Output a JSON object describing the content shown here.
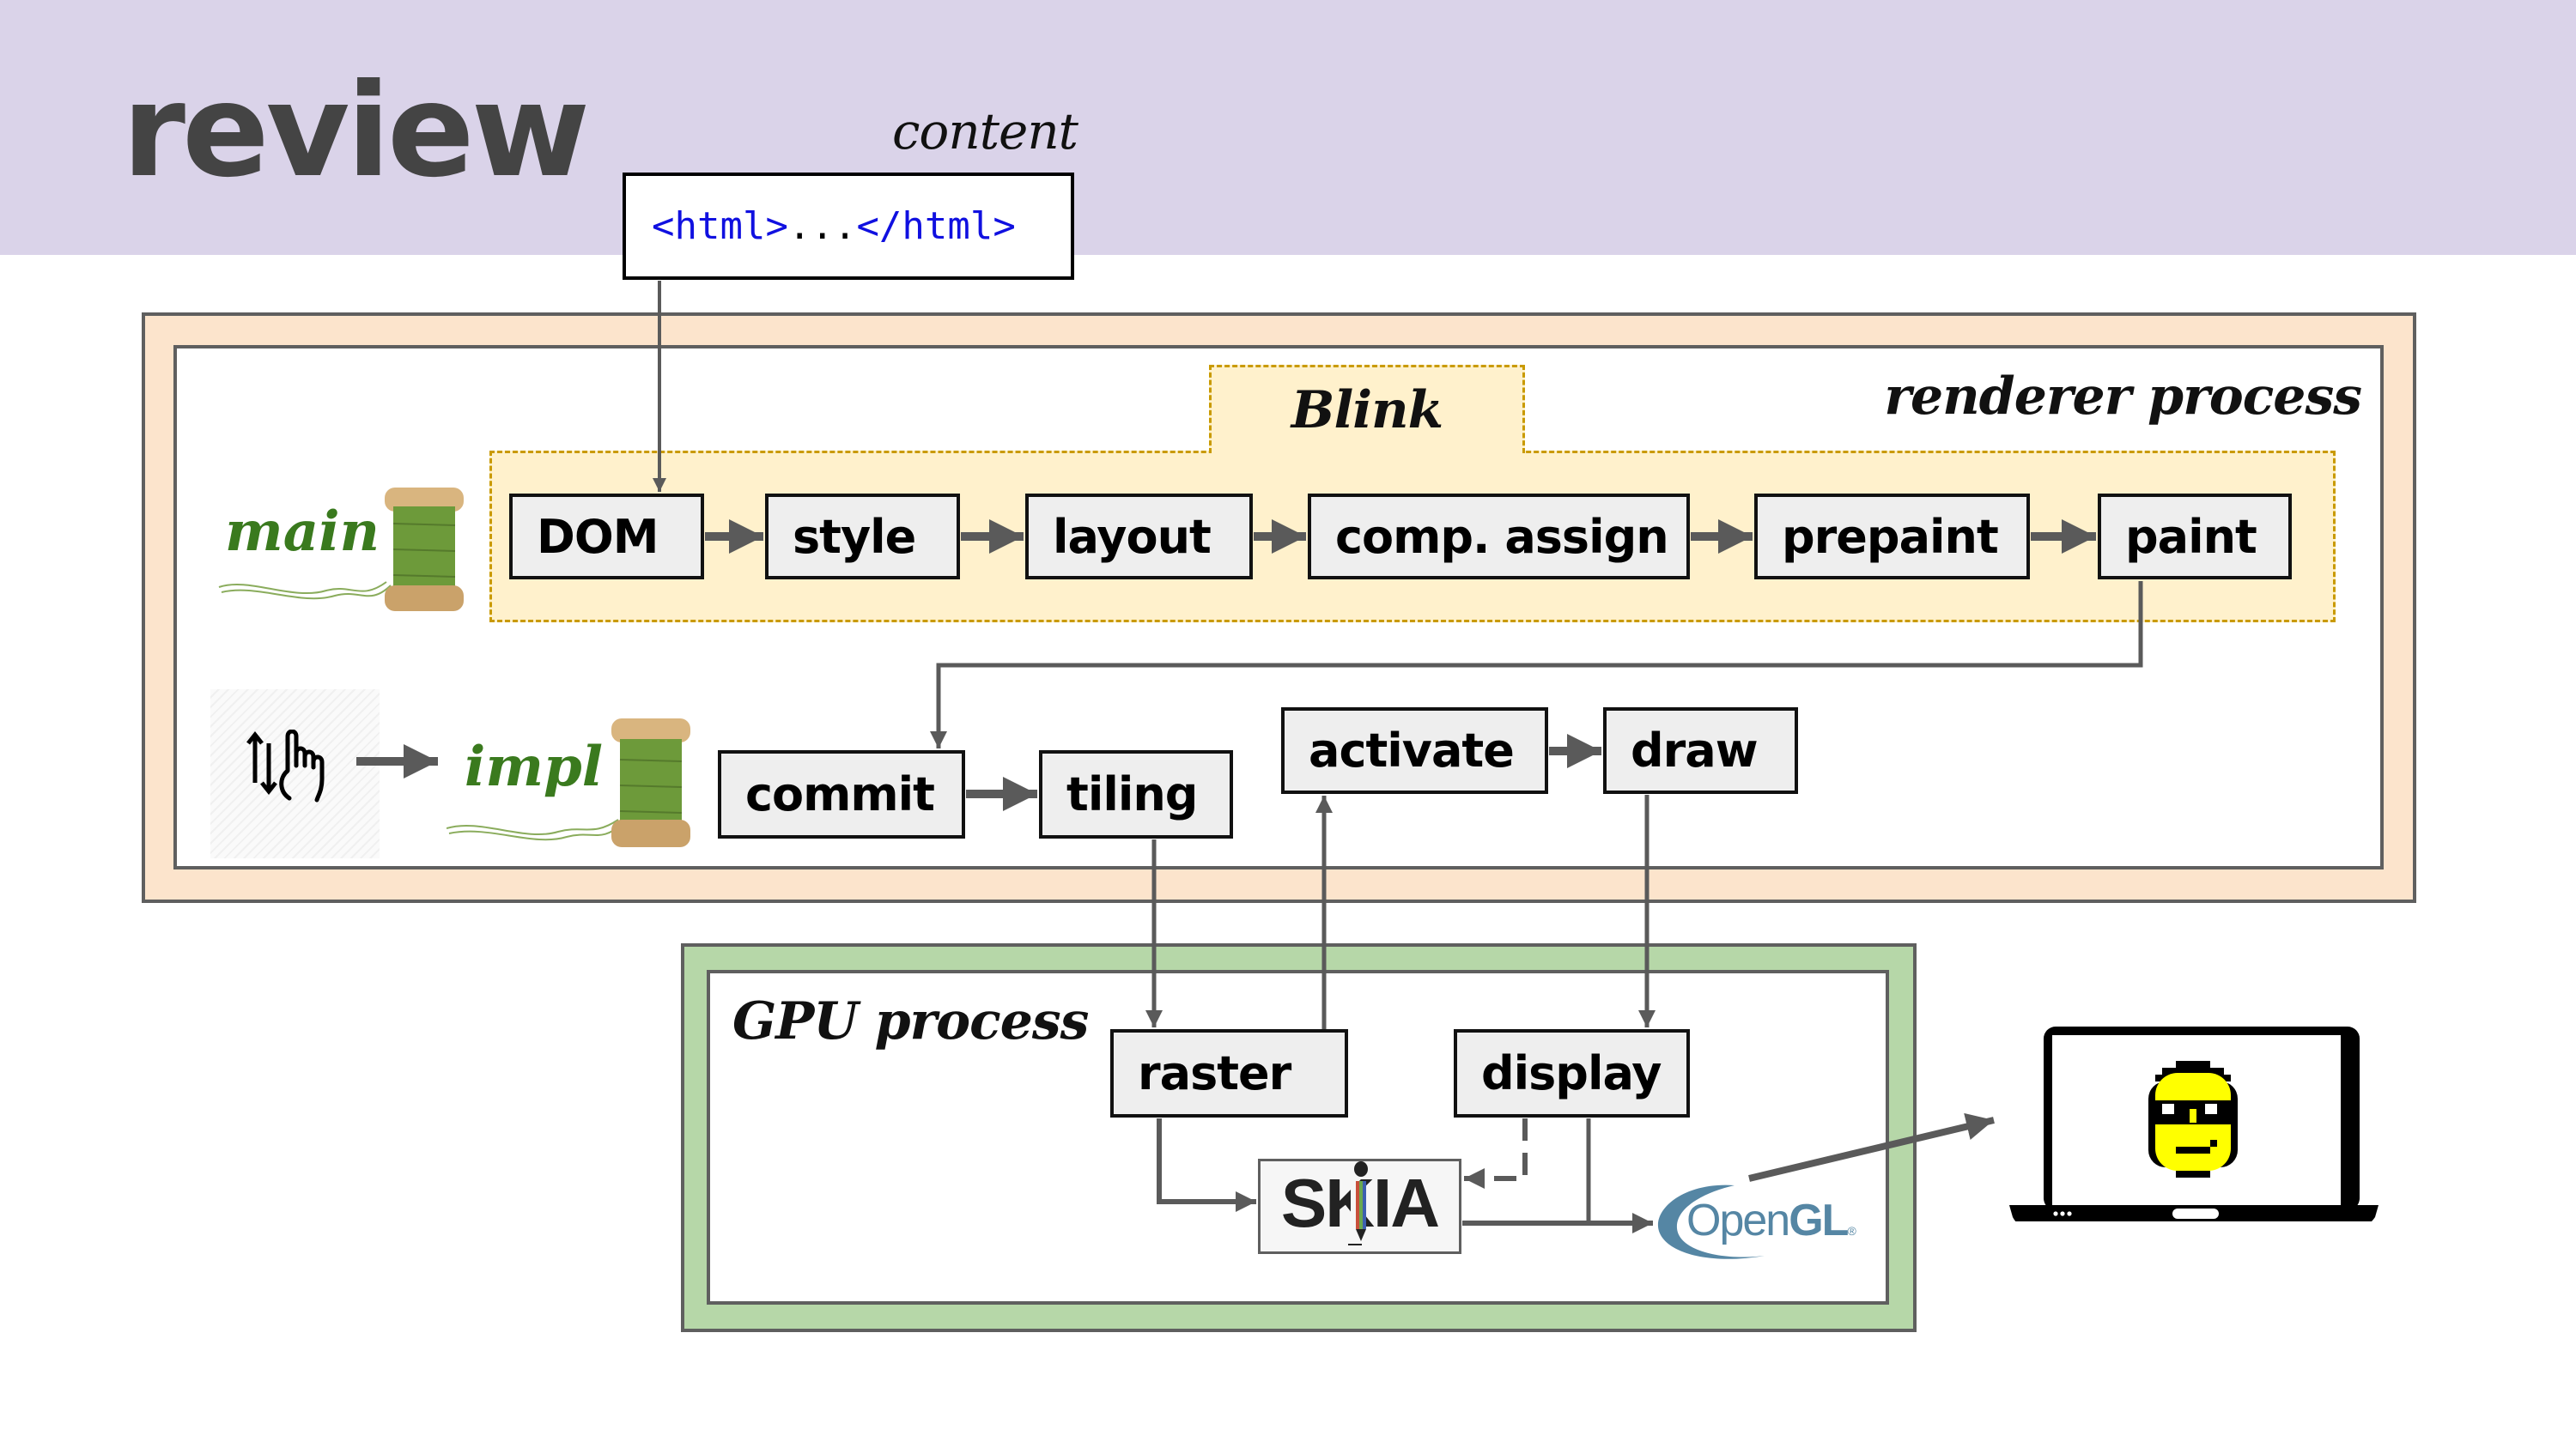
{
  "header": {
    "title": "review"
  },
  "content": {
    "label": "content",
    "code_open": "<html>",
    "code_dots": "...",
    "code_close": "</html>"
  },
  "renderer": {
    "label": "renderer process",
    "blink_label": "Blink",
    "main_thread_label": "main",
    "impl_thread_label": "impl",
    "main_pipeline": [
      {
        "id": "dom",
        "label": "DOM"
      },
      {
        "id": "style",
        "label": "style"
      },
      {
        "id": "layout",
        "label": "layout"
      },
      {
        "id": "comp-assign",
        "label": "comp. assign"
      },
      {
        "id": "prepaint",
        "label": "prepaint"
      },
      {
        "id": "paint",
        "label": "paint"
      }
    ],
    "impl_pipeline": [
      {
        "id": "commit",
        "label": "commit"
      },
      {
        "id": "tiling",
        "label": "tiling"
      },
      {
        "id": "activate",
        "label": "activate"
      },
      {
        "id": "draw",
        "label": "draw"
      }
    ],
    "input_icon": "scroll-gesture-hand-icon",
    "thread_icon": "thread-spool-icon"
  },
  "gpu": {
    "label": "GPU process",
    "stages": [
      {
        "id": "raster",
        "label": "raster"
      },
      {
        "id": "display",
        "label": "display"
      }
    ],
    "skia_label": "SKIA",
    "opengl_label_light": "Open",
    "opengl_label_bold": "GL",
    "opengl_mark": "®"
  },
  "output": {
    "device_icon": "laptop-icon",
    "screen_icon": "cool-smiley-face-icon"
  },
  "colors": {
    "header_band": "#dad3e9",
    "renderer_frame": "#fce4cc",
    "blink_fill": "#fff1cc",
    "blink_border": "#c99a00",
    "gpu_frame": "#b6d7a8",
    "thread_label": "#3a7a1e",
    "code_blue": "#1010e0",
    "opengl_blue": "#5586a4",
    "connector": "#5a5a5a"
  }
}
